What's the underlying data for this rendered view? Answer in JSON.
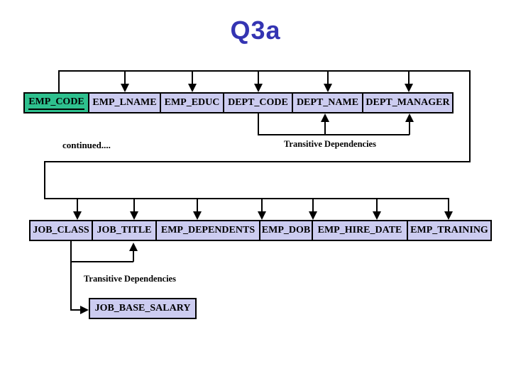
{
  "slide": {
    "title": "Q3a",
    "continued_label": "continued....",
    "transitive_label_top": "Transitive Dependencies",
    "transitive_label_bottom": "Transitive Dependencies"
  },
  "colors": {
    "title_blue": "#3434b2",
    "primary_key_green": "#2ec08e",
    "attribute_lavender": "#ccccf0",
    "line_black": "#000000"
  },
  "diagram": {
    "top_row": {
      "determinant": "EMP_CODE",
      "boxes": [
        {
          "label": "EMP_CODE",
          "primary_key": true
        },
        {
          "label": "EMP_LNAME"
        },
        {
          "label": "EMP_EDUC"
        },
        {
          "label": "DEPT_CODE"
        },
        {
          "label": "DEPT_NAME"
        },
        {
          "label": "DEPT_MANAGER"
        }
      ],
      "transitive": {
        "from": "DEPT_CODE",
        "to": [
          "DEPT_NAME",
          "DEPT_MANAGER"
        ]
      }
    },
    "bottom_row": {
      "boxes": [
        {
          "label": "JOB_CLASS"
        },
        {
          "label": "JOB_TITLE"
        },
        {
          "label": "EMP_DEPENDENTS"
        },
        {
          "label": "EMP_DOB"
        },
        {
          "label": "EMP_HIRE_DATE"
        },
        {
          "label": "EMP_TRAINING"
        }
      ],
      "transitive": {
        "from": "JOB_CLASS",
        "to": [
          "JOB_TITLE",
          "JOB_BASE_SALARY"
        ]
      }
    },
    "salary_box": {
      "label": "JOB_BASE_SALARY"
    }
  }
}
